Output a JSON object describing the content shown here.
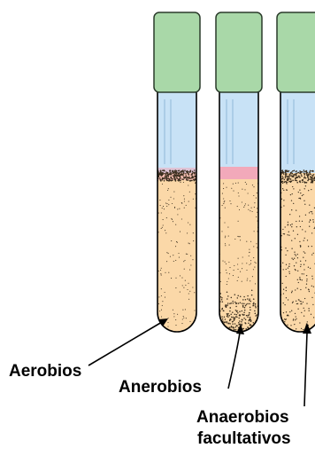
{
  "labels": {
    "aerobios": "Aerobios",
    "anerobios": "Anerobios",
    "facultativos_line1": "Anaerobios",
    "facultativos_line2": "facultativos"
  },
  "colors": {
    "cap": "#a9d8a8",
    "cap_stroke": "#2a3a2a",
    "glass_top": "#c8e2f6",
    "medium": "#fbd8a8",
    "oxidized_band": "#f2a9ba",
    "dots": "#3a2e1e",
    "outline": "#000000"
  },
  "tubes": [
    {
      "id": "aerobios",
      "growth": "surface"
    },
    {
      "id": "anerobios",
      "growth": "bottom"
    },
    {
      "id": "facultativos",
      "growth": "throughout"
    }
  ]
}
